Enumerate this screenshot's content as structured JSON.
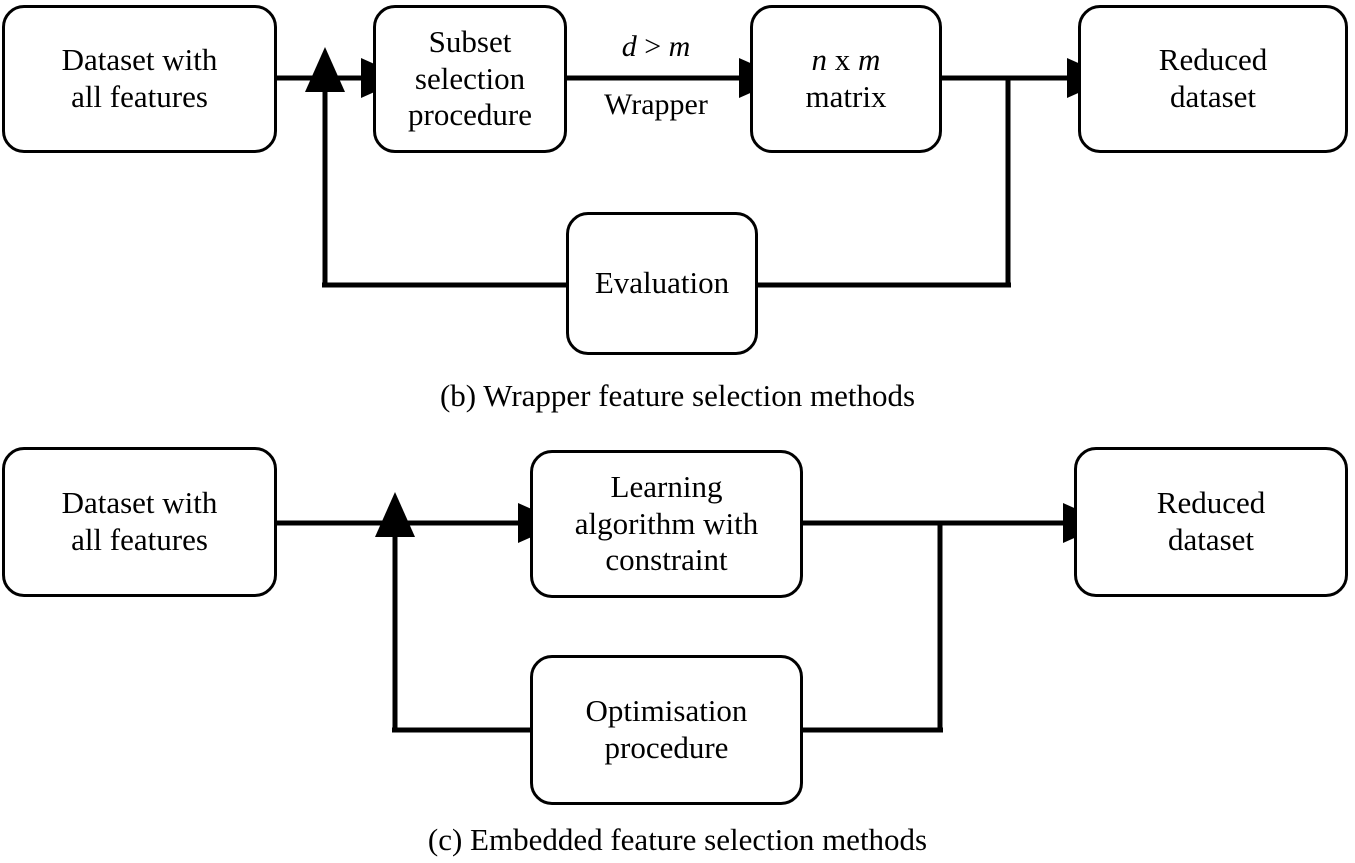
{
  "figure": {
    "background_color": "#ffffff",
    "line_color": "#000000",
    "panels": [
      {
        "id": "panel-b",
        "caption": "(b) Wrapper feature selection methods",
        "nodes": [
          {
            "id": "b-dataset",
            "label": "Dataset with\nall features"
          },
          {
            "id": "b-subset",
            "label": "Subset\nselection\nprocedure"
          },
          {
            "id": "b-matrix",
            "label": "n x m\nmatrix"
          },
          {
            "id": "b-reduced",
            "label": "Reduced\ndataset"
          },
          {
            "id": "b-evaluation",
            "label": "Evaluation"
          }
        ],
        "edge_labels": [
          {
            "id": "b-condition",
            "text": "d > m",
            "style": "italic"
          },
          {
            "id": "b-method",
            "text": "Wrapper",
            "style": "roman"
          }
        ]
      },
      {
        "id": "panel-c",
        "caption": "(c) Embedded feature selection methods",
        "nodes": [
          {
            "id": "c-dataset",
            "label": "Dataset with\nall features"
          },
          {
            "id": "c-learning",
            "label": "Learning\nalgorithm with\nconstraint"
          },
          {
            "id": "c-reduced",
            "label": "Reduced\ndataset"
          },
          {
            "id": "c-optimisation",
            "label": "Optimisation\nprocedure"
          }
        ],
        "edge_labels": []
      }
    ]
  },
  "nodes": {
    "b_dataset": "Dataset with\nall features",
    "b_subset": "Subset\nselection\nprocedure",
    "b_matrix_line1_n": "n",
    "b_matrix_line1_x": " x ",
    "b_matrix_line1_m": "m",
    "b_matrix_line2": "matrix",
    "b_reduced": "Reduced\ndataset",
    "b_evaluation": "Evaluation",
    "c_dataset": "Dataset with\nall features",
    "c_learning": "Learning\nalgorithm with\nconstraint",
    "c_reduced": "Reduced\ndataset",
    "c_optimisation": "Optimisation\nprocedure"
  },
  "edge_labels": {
    "b_condition_d": "d",
    "b_condition_op": " > ",
    "b_condition_m": "m",
    "b_wrapper": "Wrapper"
  },
  "captions": {
    "panel_b": "(b) Wrapper feature selection methods",
    "panel_c": "(c) Embedded feature selection methods"
  }
}
